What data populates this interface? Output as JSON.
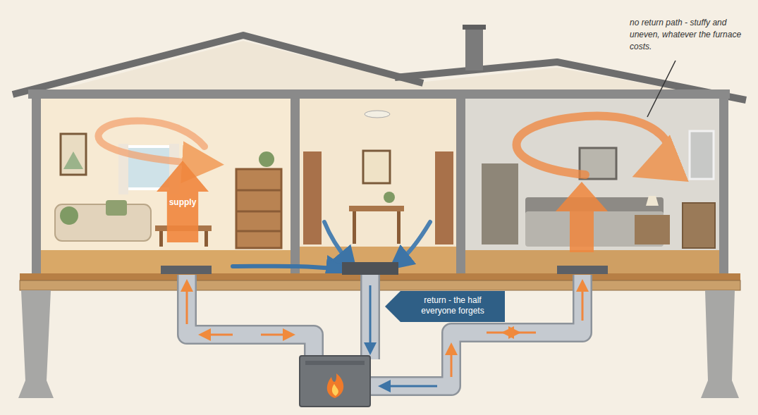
{
  "diagram": {
    "nodes": [
      {
        "text": [
          "supply"
        ]
      },
      {
        "text": [
          "return - the half everyone forgets"
        ]
      }
    ],
    "labels": [
      "no return path - stuffy and uneven, whatever the furnace costs."
    ]
  }
}
